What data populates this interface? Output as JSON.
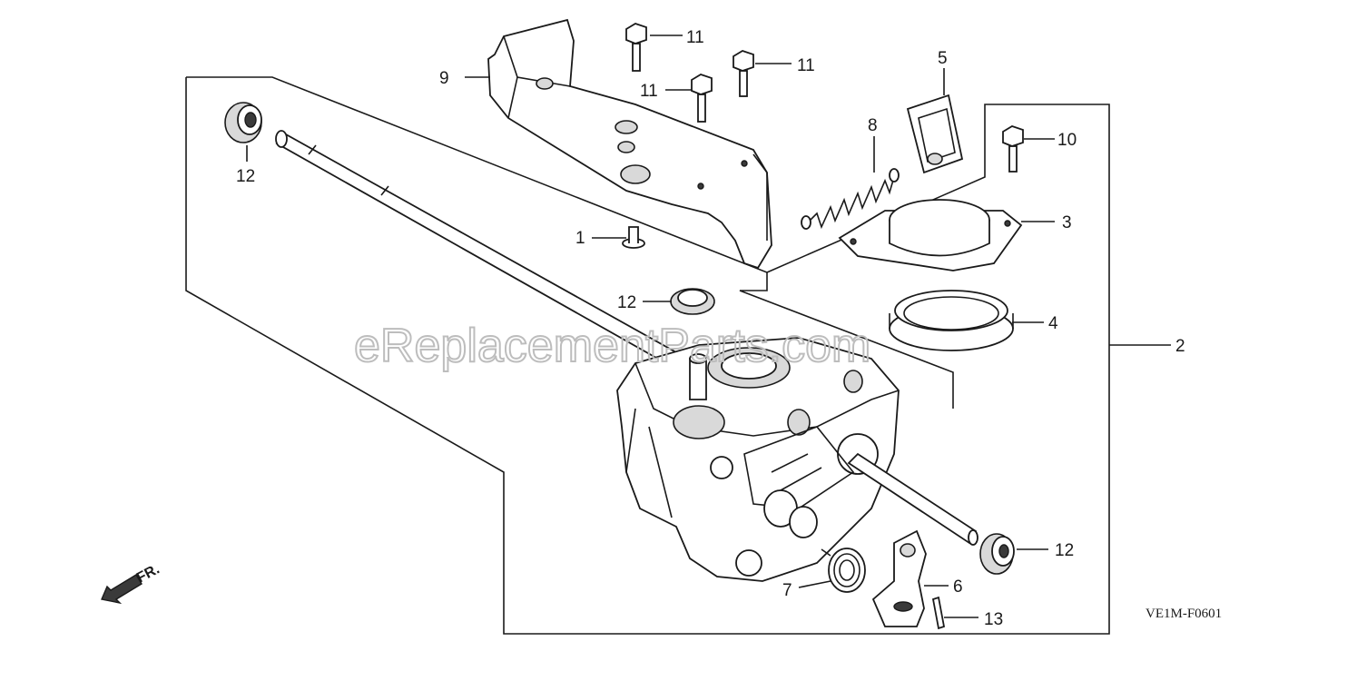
{
  "diagram": {
    "watermark": "eReplacementParts.com",
    "drawing_code": "VE1M-F0601",
    "direction_label": "FR.",
    "callouts": {
      "c1": "1",
      "c2": "2",
      "c3": "3",
      "c4": "4",
      "c5": "5",
      "c6": "6",
      "c7": "7",
      "c8": "8",
      "c9": "9",
      "c10": "10",
      "c11a": "11",
      "c11b": "11",
      "c11c": "11",
      "c12a": "12",
      "c12b": "12",
      "c12c": "12",
      "c13": "13"
    }
  }
}
